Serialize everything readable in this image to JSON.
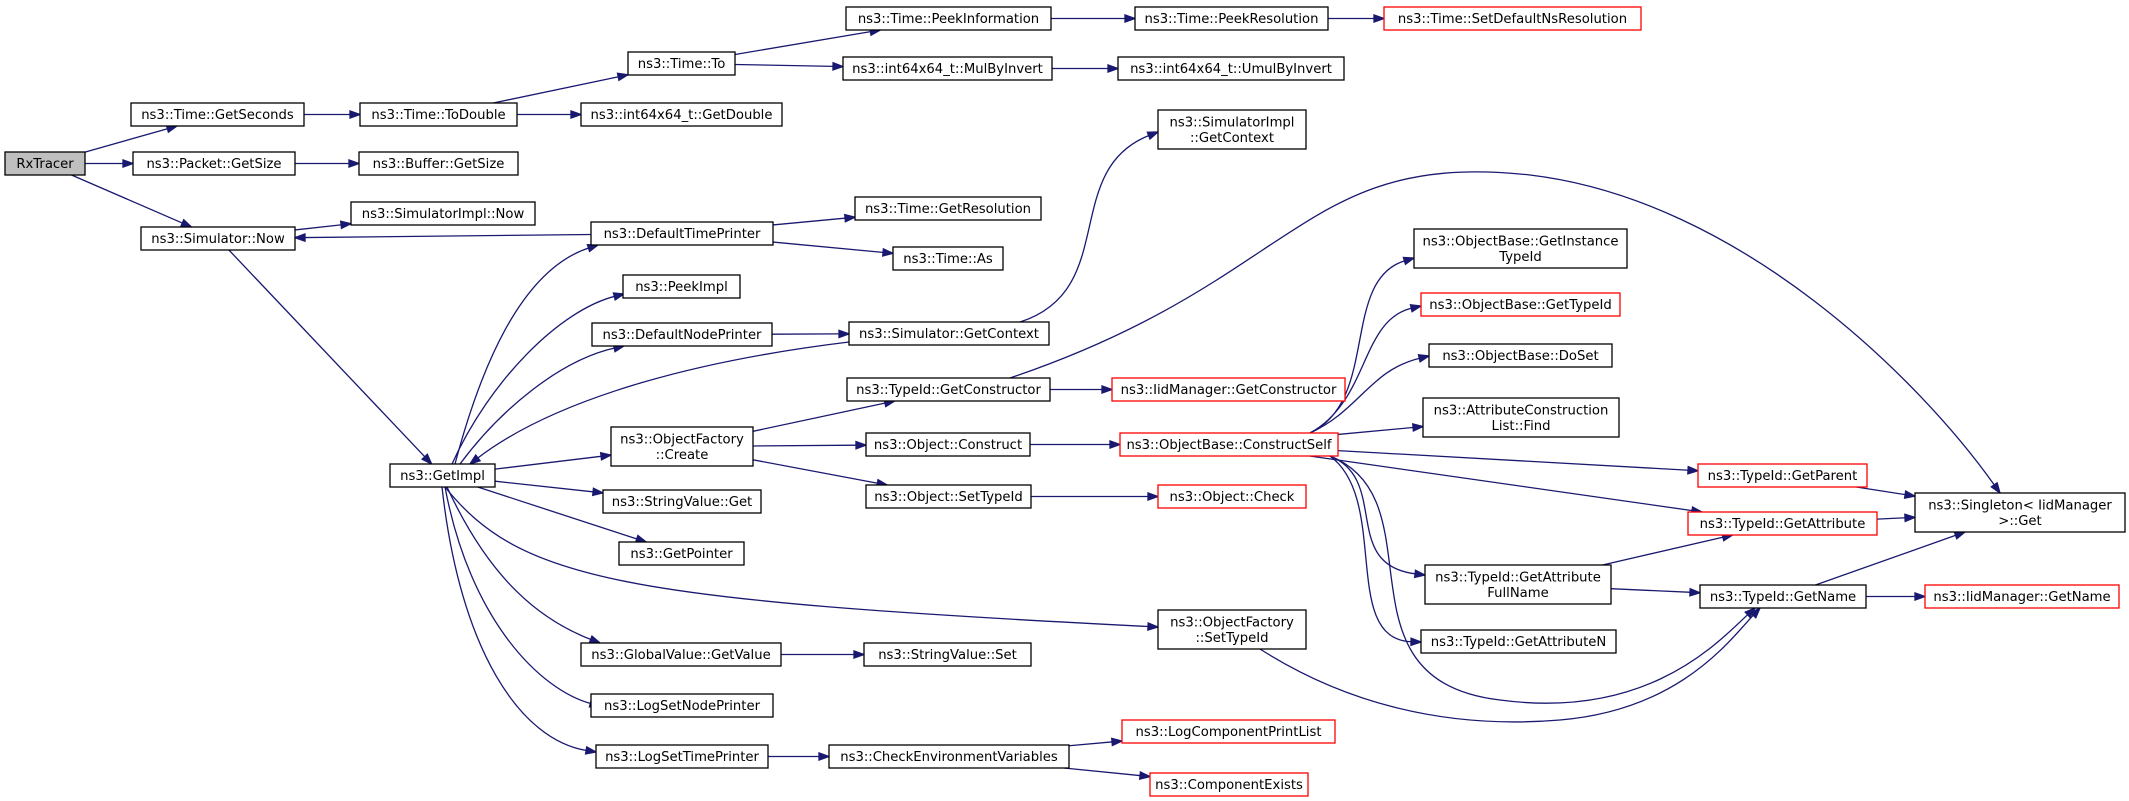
{
  "graph": {
    "nodes": [
      {
        "id": "rxtracer",
        "label": [
          "RxTracer"
        ],
        "root": true
      },
      {
        "id": "time_getseconds",
        "label": [
          "ns3::Time::GetSeconds"
        ]
      },
      {
        "id": "packet_getsize",
        "label": [
          "ns3::Packet::GetSize"
        ]
      },
      {
        "id": "simulator_now",
        "label": [
          "ns3::Simulator::Now"
        ]
      },
      {
        "id": "time_todouble",
        "label": [
          "ns3::Time::ToDouble"
        ]
      },
      {
        "id": "buffer_getsize",
        "label": [
          "ns3::Buffer::GetSize"
        ]
      },
      {
        "id": "simimpl_now",
        "label": [
          "ns3::SimulatorImpl::Now"
        ]
      },
      {
        "id": "getimpl",
        "label": [
          "ns3::GetImpl"
        ]
      },
      {
        "id": "time_to",
        "label": [
          "ns3::Time::To"
        ]
      },
      {
        "id": "int64_getdouble",
        "label": [
          "ns3::int64x64_t::GetDouble"
        ]
      },
      {
        "id": "defaulttimeprinter",
        "label": [
          "ns3::DefaultTimePrinter"
        ]
      },
      {
        "id": "peekimpl",
        "label": [
          "ns3::PeekImpl"
        ]
      },
      {
        "id": "defaultnodeprinter",
        "label": [
          "ns3::DefaultNodePrinter"
        ]
      },
      {
        "id": "objfactory_create",
        "label": [
          "ns3::ObjectFactory",
          "::Create"
        ]
      },
      {
        "id": "stringvalue_get",
        "label": [
          "ns3::StringValue::Get"
        ]
      },
      {
        "id": "getpointer",
        "label": [
          "ns3::GetPointer"
        ]
      },
      {
        "id": "globalvalue_getvalue",
        "label": [
          "ns3::GlobalValue::GetValue"
        ]
      },
      {
        "id": "logsetnodeprinter",
        "label": [
          "ns3::LogSetNodePrinter"
        ]
      },
      {
        "id": "logsettimeprinter",
        "label": [
          "ns3::LogSetTimePrinter"
        ]
      },
      {
        "id": "time_peekinformation",
        "label": [
          "ns3::Time::PeekInformation"
        ]
      },
      {
        "id": "int64_mulbyinvert",
        "label": [
          "ns3::int64x64_t::MulByInvert"
        ]
      },
      {
        "id": "time_getresolution",
        "label": [
          "ns3::Time::GetResolution"
        ]
      },
      {
        "id": "time_as",
        "label": [
          "ns3::Time::As"
        ]
      },
      {
        "id": "simulator_getcontext",
        "label": [
          "ns3::Simulator::GetContext"
        ]
      },
      {
        "id": "typeid_getconstructor",
        "label": [
          "ns3::TypeId::GetConstructor"
        ]
      },
      {
        "id": "object_construct",
        "label": [
          "ns3::Object::Construct"
        ]
      },
      {
        "id": "object_settypeid",
        "label": [
          "ns3::Object::SetTypeId"
        ]
      },
      {
        "id": "stringvalue_set",
        "label": [
          "ns3::StringValue::Set"
        ]
      },
      {
        "id": "checkenvvars",
        "label": [
          "ns3::CheckEnvironmentVariables"
        ]
      },
      {
        "id": "time_peekresolution",
        "label": [
          "ns3::Time::PeekResolution"
        ]
      },
      {
        "id": "int64_umulbyinvert",
        "label": [
          "ns3::int64x64_t::UmulByInvert"
        ]
      },
      {
        "id": "simimpl_getcontext",
        "label": [
          "ns3::SimulatorImpl",
          "::GetContext"
        ]
      },
      {
        "id": "objfactory_settypeid",
        "label": [
          "ns3::ObjectFactory",
          "::SetTypeId"
        ]
      },
      {
        "id": "iidmanager_getconstructor",
        "label": [
          "ns3::IidManager::GetConstructor"
        ],
        "truncated": true
      },
      {
        "id": "objectbase_constructself",
        "label": [
          "ns3::ObjectBase::ConstructSelf"
        ],
        "truncated": true
      },
      {
        "id": "object_check",
        "label": [
          "ns3::Object::Check"
        ],
        "truncated": true
      },
      {
        "id": "logcomponentprintlist",
        "label": [
          "ns3::LogComponentPrintList"
        ],
        "truncated": true
      },
      {
        "id": "componentexists",
        "label": [
          "ns3::ComponentExists"
        ],
        "truncated": true
      },
      {
        "id": "time_setdefaultnsresolution",
        "label": [
          "ns3::Time::SetDefaultNsResolution"
        ],
        "truncated": true
      },
      {
        "id": "objectbase_getinstancetypeid",
        "label": [
          "ns3::ObjectBase::GetInstance",
          "TypeId"
        ]
      },
      {
        "id": "objectbase_gettypeid",
        "label": [
          "ns3::ObjectBase::GetTypeId"
        ],
        "truncated": true
      },
      {
        "id": "objectbase_doset",
        "label": [
          "ns3::ObjectBase::DoSet"
        ]
      },
      {
        "id": "attrconstructionlist_find",
        "label": [
          "ns3::AttributeConstruction",
          "List::Find"
        ]
      },
      {
        "id": "typeid_getattributefullname",
        "label": [
          "ns3::TypeId::GetAttribute",
          "FullName"
        ]
      },
      {
        "id": "typeid_getattributen",
        "label": [
          "ns3::TypeId::GetAttributeN"
        ]
      },
      {
        "id": "typeid_getparent",
        "label": [
          "ns3::TypeId::GetParent"
        ],
        "truncated": true
      },
      {
        "id": "typeid_getattribute",
        "label": [
          "ns3::TypeId::GetAttribute"
        ],
        "truncated": true
      },
      {
        "id": "typeid_getname",
        "label": [
          "ns3::TypeId::GetName"
        ]
      },
      {
        "id": "singleton_get",
        "label": [
          "ns3::Singleton< IidManager",
          ">::Get"
        ]
      },
      {
        "id": "iidmanager_getname",
        "label": [
          "ns3::IidManager::GetName"
        ],
        "truncated": true
      }
    ],
    "edges": [
      [
        "rxtracer",
        "time_getseconds"
      ],
      [
        "rxtracer",
        "packet_getsize"
      ],
      [
        "rxtracer",
        "simulator_now"
      ],
      [
        "time_getseconds",
        "time_todouble"
      ],
      [
        "time_todouble",
        "time_to"
      ],
      [
        "time_todouble",
        "int64_getdouble"
      ],
      [
        "time_to",
        "time_peekinformation"
      ],
      [
        "time_to",
        "int64_mulbyinvert"
      ],
      [
        "time_peekinformation",
        "time_peekresolution"
      ],
      [
        "time_peekresolution",
        "time_setdefaultnsresolution"
      ],
      [
        "int64_mulbyinvert",
        "int64_umulbyinvert"
      ],
      [
        "packet_getsize",
        "buffer_getsize"
      ],
      [
        "simulator_now",
        "simimpl_now"
      ],
      [
        "simulator_now",
        "getimpl"
      ],
      [
        "defaulttimeprinter",
        "simulator_now"
      ],
      [
        "defaulttimeprinter",
        "time_getresolution"
      ],
      [
        "defaulttimeprinter",
        "time_as"
      ],
      [
        "getimpl",
        "defaulttimeprinter"
      ],
      [
        "getimpl",
        "peekimpl"
      ],
      [
        "getimpl",
        "defaultnodeprinter"
      ],
      [
        "getimpl",
        "objfactory_create"
      ],
      [
        "getimpl",
        "stringvalue_get"
      ],
      [
        "getimpl",
        "getpointer"
      ],
      [
        "getimpl",
        "globalvalue_getvalue"
      ],
      [
        "getimpl",
        "logsetnodeprinter"
      ],
      [
        "getimpl",
        "logsettimeprinter"
      ],
      [
        "getimpl",
        "objfactory_settypeid"
      ],
      [
        "simulator_getcontext",
        "getimpl"
      ],
      [
        "defaultnodeprinter",
        "simulator_getcontext"
      ],
      [
        "simulator_getcontext",
        "simimpl_getcontext"
      ],
      [
        "objfactory_create",
        "typeid_getconstructor"
      ],
      [
        "objfactory_create",
        "object_construct"
      ],
      [
        "objfactory_create",
        "object_settypeid"
      ],
      [
        "typeid_getconstructor",
        "iidmanager_getconstructor"
      ],
      [
        "typeid_getconstructor",
        "singleton_get"
      ],
      [
        "object_construct",
        "objectbase_constructself"
      ],
      [
        "object_settypeid",
        "object_check"
      ],
      [
        "globalvalue_getvalue",
        "stringvalue_set"
      ],
      [
        "logsettimeprinter",
        "checkenvvars"
      ],
      [
        "checkenvvars",
        "logcomponentprintlist"
      ],
      [
        "checkenvvars",
        "componentexists"
      ],
      [
        "objfactory_settypeid",
        "typeid_getname"
      ],
      [
        "objectbase_constructself",
        "objectbase_getinstancetypeid"
      ],
      [
        "objectbase_constructself",
        "objectbase_gettypeid"
      ],
      [
        "objectbase_constructself",
        "objectbase_doset"
      ],
      [
        "objectbase_constructself",
        "attrconstructionlist_find"
      ],
      [
        "objectbase_constructself",
        "typeid_getparent"
      ],
      [
        "objectbase_constructself",
        "typeid_getattribute"
      ],
      [
        "objectbase_constructself",
        "typeid_getattributefullname"
      ],
      [
        "objectbase_constructself",
        "typeid_getattributen"
      ],
      [
        "objectbase_constructself",
        "typeid_getname"
      ],
      [
        "typeid_getattributefullname",
        "typeid_getattribute"
      ],
      [
        "typeid_getattributefullname",
        "typeid_getname"
      ],
      [
        "typeid_getparent",
        "singleton_get"
      ],
      [
        "typeid_getattribute",
        "singleton_get"
      ],
      [
        "typeid_getname",
        "singleton_get"
      ],
      [
        "typeid_getname",
        "iidmanager_getname"
      ]
    ]
  },
  "colors": {
    "edge": "#191970",
    "node_border": "#000000",
    "truncated_border": "#ff0000",
    "root_fill": "#bfbfbf"
  }
}
